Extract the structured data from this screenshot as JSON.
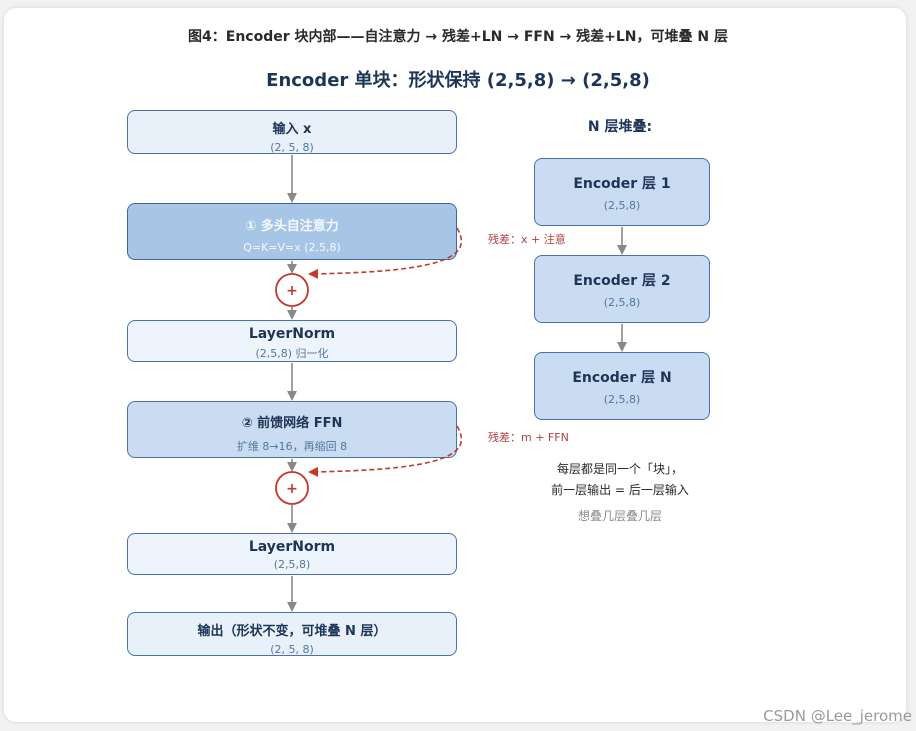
{
  "figure_title": "图4：Encoder 块内部——自注意力 → 残差+LN → FFN → 残差+LN，可堆叠 N 层",
  "subtitle": "Encoder 单块：形状保持 (2,5,8) → (2,5,8)",
  "flow": {
    "input": {
      "title": "输入 x",
      "sub": "(2, 5, 8)"
    },
    "attention": {
      "title": "① 多头自注意力",
      "sub": "Q=K=V=x (2,5,8)"
    },
    "add1": {
      "symbol": "+"
    },
    "ln1": {
      "title": "LayerNorm",
      "sub": "(2,5,8) 归一化"
    },
    "ffn": {
      "title": "② 前馈网络 FFN",
      "sub": "扩维 8→16，再缩回 8"
    },
    "add2": {
      "symbol": "+"
    },
    "ln2": {
      "title": "LayerNorm",
      "sub": "(2,5,8)"
    },
    "output": {
      "title": "输出（形状不变，可堆叠 N 层）",
      "sub": "(2, 5, 8)"
    }
  },
  "residual_labels": {
    "r1": "残差：x + 注意",
    "r2": "残差：m + FFN"
  },
  "stack": {
    "label": "N 层堆叠:",
    "layers": [
      {
        "title": "Encoder 层 1",
        "sub": "(2,5,8)"
      },
      {
        "title": "Encoder 层 2",
        "sub": "(2,5,8)"
      },
      {
        "title": "Encoder 层 N",
        "sub": "(2,5,8)"
      }
    ],
    "note_line1": "每层都是同一个「块」，",
    "note_line2": "前一层输出 = 后一层输入",
    "note_gray": "想叠几层叠几层"
  },
  "watermark": "CSDN @Lee_jerome",
  "colors": {
    "border": "#4a72a8",
    "arrow": "#888888",
    "residual": "#c0392b",
    "dark_fill": "#a7c6e6",
    "mid_fill": "#c9dcf2",
    "light_fill": "#e8f0fa"
  }
}
